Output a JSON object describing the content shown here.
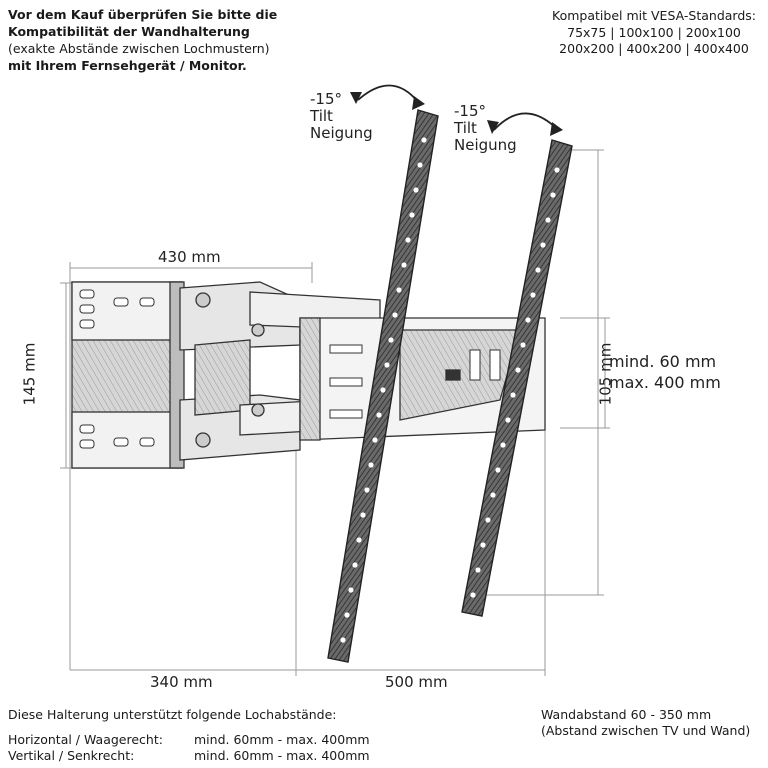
{
  "notice": {
    "line1": "Vor dem Kauf überprüfen Sie bitte die",
    "line2": "Kompatibilität der Wandhalterung",
    "line3": "(exakte Abstände zwischen Lochmustern)",
    "line4": "mit Ihrem Fernsehgerät / Monitor."
  },
  "vesa": {
    "title": "Kompatibel mit VESA-Standards:",
    "line1": "75x75 | 100x100 | 200x100",
    "line2": "200x200 | 400x200 | 400x400"
  },
  "tilt_left": {
    "angle": "-15°",
    "word1": "Tilt",
    "word2": "Neigung"
  },
  "tilt_right": {
    "angle": "-15°",
    "word1": "Tilt",
    "word2": "Neigung"
  },
  "dimensions": {
    "wall_plate_width": "430 mm",
    "wall_plate_height": "145 mm",
    "arm_depth": "340 mm",
    "rail_span": "500 mm",
    "rail_plate_height": "105 mm",
    "rail_min": "mind. 60 mm",
    "rail_max": "max. 400 mm"
  },
  "footer": {
    "intro": "Diese Halterung unterstützt folgende Lochabstände:",
    "horizontal_label": "Horizontal / Waagerecht:",
    "horizontal_value": "mind. 60mm - max. 400mm",
    "vertical_label": "Vertikal / Senkrecht:",
    "vertical_value": "mind. 60mm - max. 400mm",
    "wall_distance": "Wandabstand 60 - 350 mm",
    "wall_distance_note": "(Abstand zwischen TV und Wand)"
  }
}
